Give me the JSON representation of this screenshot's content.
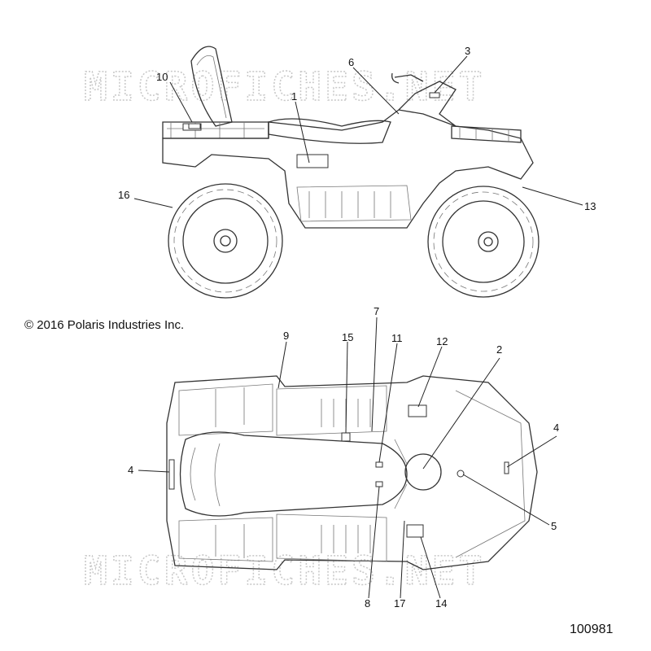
{
  "copyright": "© 2016 Polaris Industries Inc.",
  "document_number": "100981",
  "watermark": "MICROFICHES.NET",
  "callouts": [
    {
      "id": "1",
      "label": "1"
    },
    {
      "id": "2",
      "label": "2"
    },
    {
      "id": "3",
      "label": "3"
    },
    {
      "id": "4a",
      "label": "4"
    },
    {
      "id": "4b",
      "label": "4"
    },
    {
      "id": "5",
      "label": "5"
    },
    {
      "id": "6",
      "label": "6"
    },
    {
      "id": "7",
      "label": "7"
    },
    {
      "id": "8",
      "label": "8"
    },
    {
      "id": "9",
      "label": "9"
    },
    {
      "id": "10",
      "label": "10"
    },
    {
      "id": "11",
      "label": "11"
    },
    {
      "id": "12",
      "label": "12"
    },
    {
      "id": "13",
      "label": "13"
    },
    {
      "id": "14",
      "label": "14"
    },
    {
      "id": "15",
      "label": "15"
    },
    {
      "id": "16",
      "label": "16"
    },
    {
      "id": "17",
      "label": "17"
    }
  ]
}
